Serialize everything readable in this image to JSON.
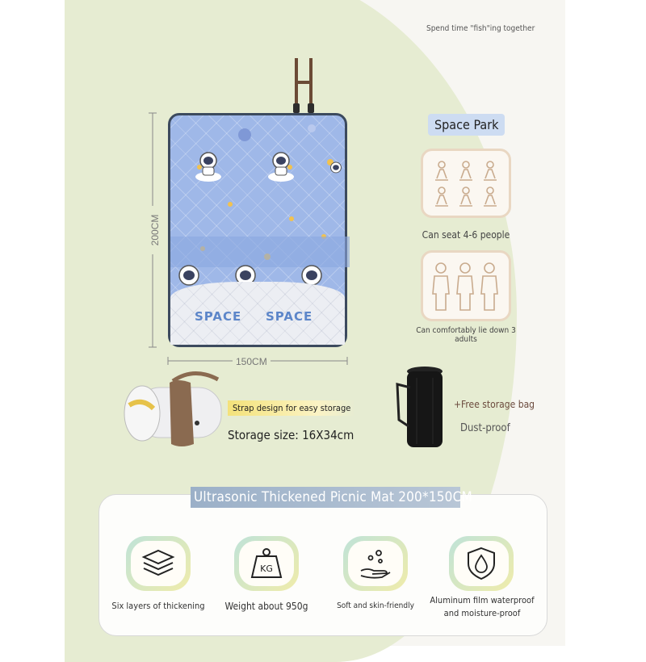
{
  "header": {
    "tagline": "Spend time \"fish\"ing together"
  },
  "product": {
    "mat_print": [
      "SPACE",
      "SPACE"
    ],
    "height_label": "200CM",
    "width_label": "150CM"
  },
  "right_panel": {
    "badge": "Space Park",
    "seat_caption": "Can seat 4-6 people",
    "lie_caption": "Can comfortably lie down 3 adults"
  },
  "storage": {
    "strap_label": "Strap design for easy storage",
    "size_label": "Storage size: 16X34cm",
    "bag_label": "+Free storage bag",
    "bag_sub": "Dust-proof"
  },
  "features": {
    "title": "Ultrasonic Thickened Picnic Mat 200*150CM",
    "items": [
      {
        "icon": "layers-icon",
        "label": "Six layers of thickening"
      },
      {
        "icon": "weight-icon",
        "label": "Weight about 950g",
        "badge": "KG"
      },
      {
        "icon": "soft-hand-icon",
        "label": "Soft and skin-friendly"
      },
      {
        "icon": "shield-drop-icon",
        "label": "Aluminum film waterproof and moisture-proof"
      }
    ]
  },
  "colors": {
    "background_green": "#e6ecd2",
    "mat_blue": "#9fb8e8",
    "badge_blue": "#cddcf2",
    "box_border": "#e9d7c2",
    "highlight_yellow": "#f4e27a"
  }
}
